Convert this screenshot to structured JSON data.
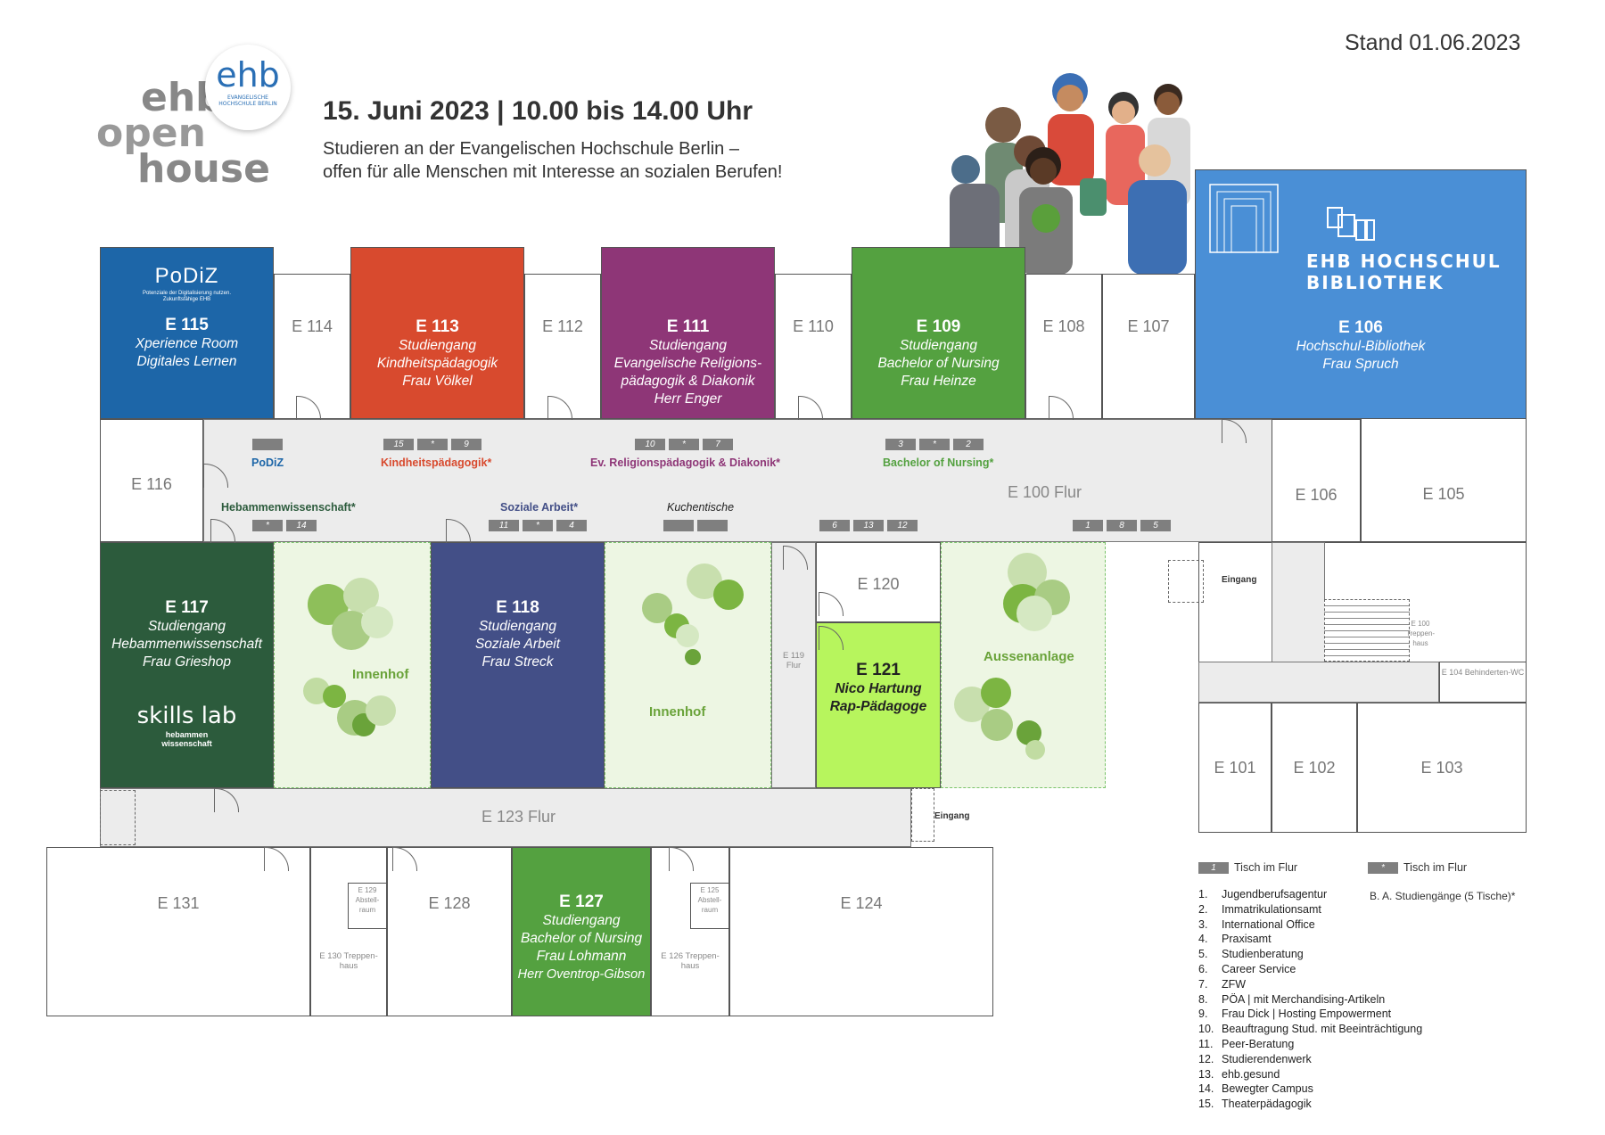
{
  "header": {
    "stand": "Stand 01.06.2023",
    "date_line": "15. Juni 2023 | 10.00 bis 14.00 Uhr",
    "intro_line1": "Studieren an der Evangelischen Hochschule Berlin –",
    "intro_line2": "offen für alle Menschen mit Interesse an sozialen Berufen!",
    "logo_text_lines": [
      "ehb",
      "open",
      "house"
    ],
    "badge_logo": "ehb",
    "badge_sub": "EVANGELISCHE HOCHSCHULE BERLIN"
  },
  "rooms": {
    "e115": {
      "code": "E 115",
      "line1": "Xperience Room",
      "line2": "Digitales Lernen",
      "logo": "PoDiZ",
      "logo_sub": "Potenziale der Digitalisierung nutzen. Zukunftsfähige EHB"
    },
    "e114": "E 114",
    "e113": {
      "code": "E 113",
      "line1": "Studiengang",
      "line2": "Kindheitspädagogik",
      "line3": "Frau Völkel"
    },
    "e112": "E 112",
    "e111": {
      "code": "E 111",
      "line1": "Studiengang",
      "line2": "Evangelische Religions-",
      "line3": "pädagogik & Diakonik",
      "line4": "Herr Enger"
    },
    "e110": "E 110",
    "e109": {
      "code": "E 109",
      "line1": "Studiengang",
      "line2": "Bachelor of Nursing",
      "line3": "Frau Heinze"
    },
    "e108": "E 108",
    "e107": "E 107",
    "e106": {
      "code": "E 106",
      "line1": "Hochschul-Bibliothek",
      "line2": "Frau Spruch",
      "logo1": "EHB HOCHSCHUL",
      "logo2": "BIBLIOTHEK"
    },
    "e106b": "E 106",
    "e105": "E 105",
    "e116": "E 116",
    "e100": "E 100 Flur",
    "e117": {
      "code": "E 117",
      "line1": "Studiengang",
      "line2": "Hebammenwissenschaft",
      "line3": "Frau Grieshop",
      "logo": "skills lab",
      "logo_sub": "hebammen wissenschaft"
    },
    "e118": {
      "code": "E 118",
      "line1": "Studiengang",
      "line2": "Soziale Arbeit",
      "line3": "Frau Streck"
    },
    "e119": "E 119 Flur",
    "e120": "E 120",
    "e121": {
      "code": "E 121",
      "line1": "Nico Hartung",
      "line2": "Rap-Pädagoge"
    },
    "e123": "E 123 Flur",
    "e131": "E 131",
    "e129": "E 129 Abstell-raum",
    "e130": "E 130 Treppen-haus",
    "e128": "E 128",
    "e127": {
      "code": "E 127",
      "line1": "Studiengang",
      "line2": "Bachelor of Nursing",
      "line3": "Frau Lohmann",
      "line4": "Herr Oventrop-Gibson"
    },
    "e125": "E 125 Abstell-raum",
    "e126": "E 126 Treppen-haus",
    "e124": "E 124",
    "e101": "E 101",
    "e102": "E 102",
    "e103": "E 103",
    "e100t": "E 100 Treppen-haus",
    "e104": "E 104 Behinderten-WC"
  },
  "yards": {
    "innenhof1": "Innenhof",
    "innenhof2": "Innenhof",
    "aussen": "Aussenanlage"
  },
  "entrances": {
    "e1": "Eingang",
    "e2": "Eingang"
  },
  "corridor_labels": {
    "podiz": "PoDiZ",
    "kindheit": "Kindheitspädagogik*",
    "religion": "Ev. Religionspädagogik & Diakonik*",
    "nursing": "Bachelor of Nursing*",
    "hebammen": "Hebammenwissenschaft*",
    "soziale": "Soziale Arbeit*",
    "kuchen": "Kuchentische"
  },
  "table_groups": {
    "podiz": [
      ""
    ],
    "kindheit": [
      "15",
      "*",
      "9"
    ],
    "religion": [
      "10",
      "*",
      "7"
    ],
    "nursing": [
      "3",
      "*",
      "2"
    ],
    "hebammen": [
      "*",
      "14"
    ],
    "soziale": [
      "11",
      "*",
      "4"
    ],
    "kuchen": [
      "",
      ""
    ],
    "mid": [
      "6",
      "13",
      "12"
    ],
    "right": [
      "1",
      "8",
      "5"
    ]
  },
  "legend": {
    "key1_symbol": "1",
    "key1_text": "Tisch im Flur",
    "key2_symbol": "*",
    "key2_text": "Tisch im Flur",
    "key2_note": "B. A. Studiengänge (5 Tische)*",
    "items": [
      {
        "n": "1.",
        "t": "Jugendberufsagentur"
      },
      {
        "n": "2.",
        "t": "Immatrikulationsamt"
      },
      {
        "n": "3.",
        "t": "International Office"
      },
      {
        "n": "4.",
        "t": "Praxisamt"
      },
      {
        "n": "5.",
        "t": "Studienberatung"
      },
      {
        "n": "6.",
        "t": "Career Service"
      },
      {
        "n": "7.",
        "t": "ZFW"
      },
      {
        "n": "8.",
        "t": "PÖA | mit Merchandising-Artikeln"
      },
      {
        "n": "9.",
        "t": "Frau Dick | Hosting Empowerment"
      },
      {
        "n": "10.",
        "t": "Beauftragung Stud. mit Beeinträchtigung"
      },
      {
        "n": "11.",
        "t": "Peer-Beratung"
      },
      {
        "n": "12.",
        "t": "Studierendenwerk"
      },
      {
        "n": "13.",
        "t": "ehb.gesund"
      },
      {
        "n": "14.",
        "t": "Bewegter Campus"
      },
      {
        "n": "15.",
        "t": "Theaterpädagogik"
      }
    ]
  },
  "colors": {
    "podiz_blue": "#1d66a8",
    "kindheit_red": "#d84a2e",
    "religion_purple": "#8e3677",
    "nursing_green": "#54a140",
    "bib_blue": "#4a8fd6",
    "hebammen_green": "#2c5b3c",
    "soziale_navy": "#434f87",
    "rap_lime": "#b7f55d"
  }
}
